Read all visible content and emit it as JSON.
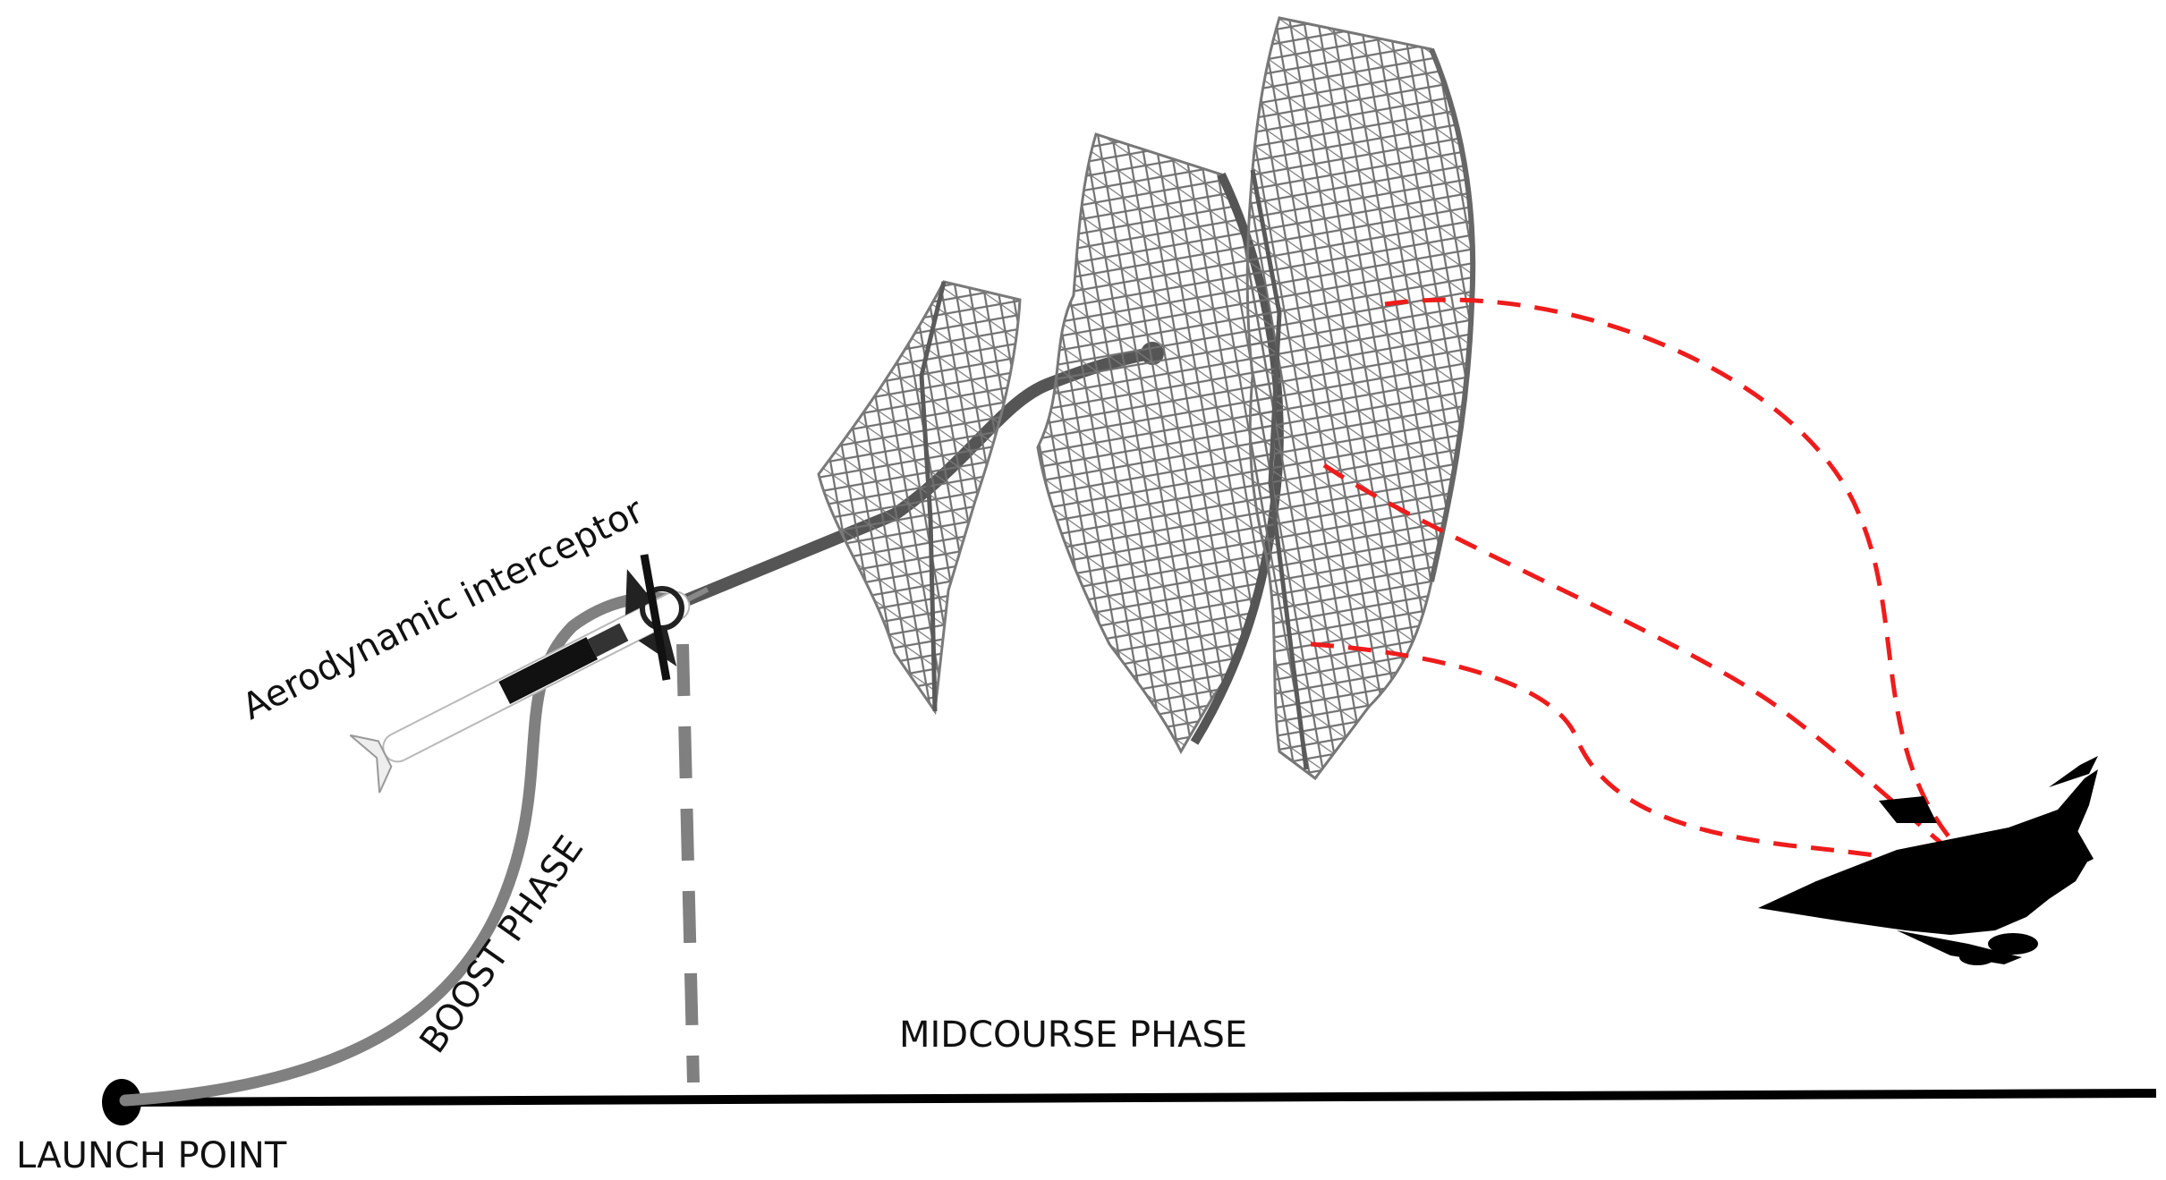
{
  "labels": {
    "launch_point": "LAUNCH POINT",
    "boost_phase": "BOOST PHASE",
    "midcourse_phase": "MIDCOURSE PHASE",
    "interceptor": "Aerodynamic interceptor"
  },
  "colors": {
    "ground": "#000000",
    "boost_path": "#808080",
    "midcourse_path": "#555555",
    "net_mesh": "#6f6f6f",
    "guidance_lines": "#ee1c1c",
    "aircraft": "#000000"
  },
  "icons": {
    "target": "fighter-jet-icon",
    "interceptor": "interceptor-missile-icon",
    "launch": "launch-point-marker"
  }
}
